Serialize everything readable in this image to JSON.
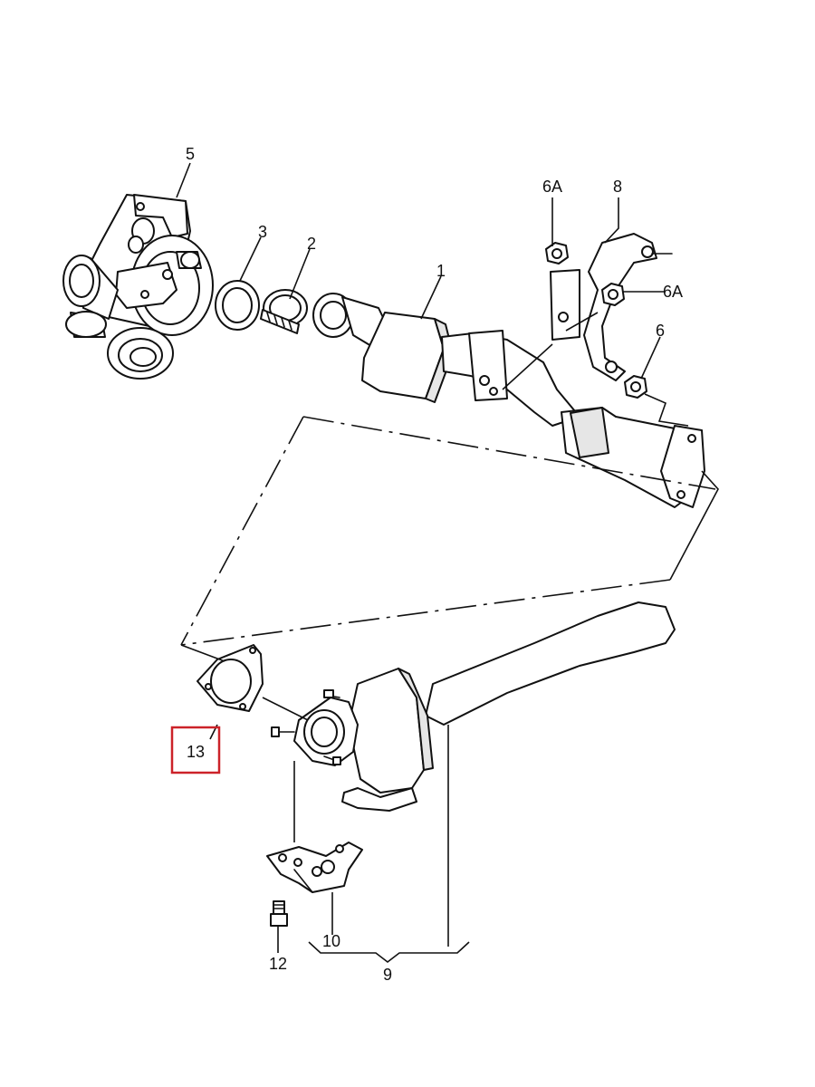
{
  "labels": {
    "part_1": "1",
    "part_2": "2",
    "part_3": "3",
    "part_5": "5",
    "part_6": "6",
    "part_6a_top": "6A",
    "part_6a_right": "6A",
    "part_8": "8",
    "part_9": "9",
    "part_10": "10",
    "part_12": "12",
    "part_13": "13"
  },
  "highlight": {
    "part": "13",
    "color": "#cc2229"
  }
}
